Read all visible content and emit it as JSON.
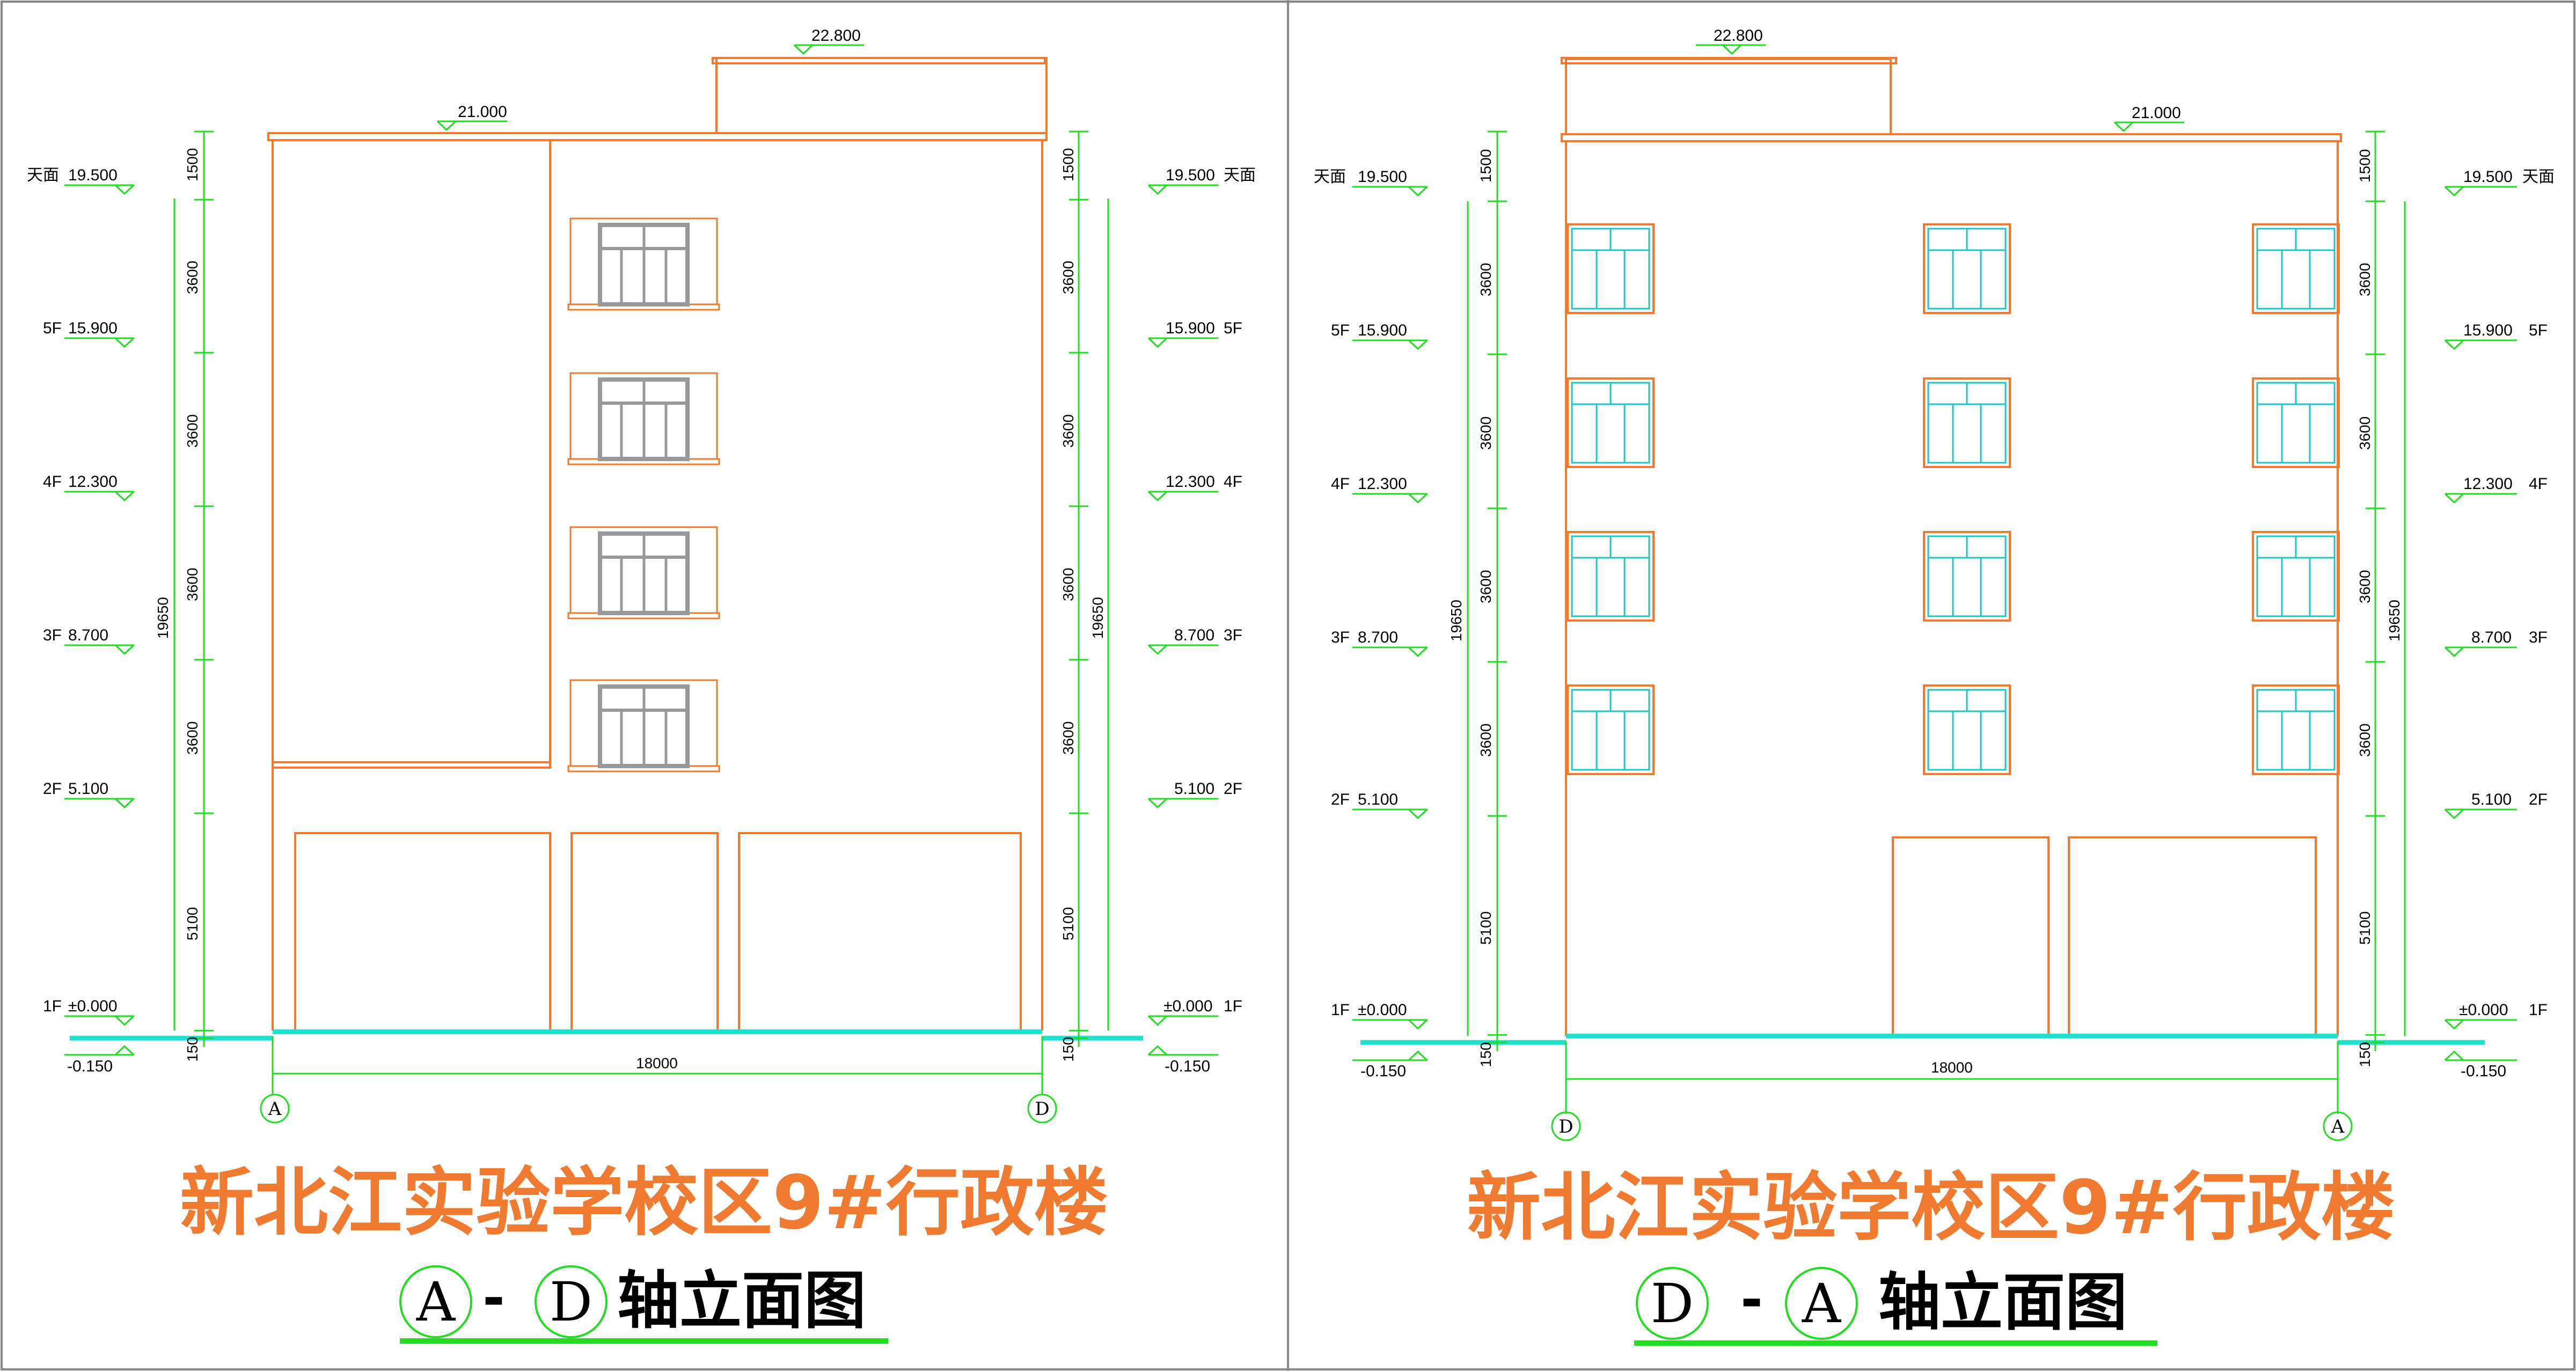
{
  "colors": {
    "outline": "#f07a30",
    "dimension": "#22dd22",
    "ground": "#20e0d0",
    "glass": "#22c4c4",
    "frame": "#999999",
    "text": "#000000"
  },
  "panels": [
    {
      "title": "新北江实验学校区9#行政楼",
      "subtitle": {
        "axis_left": "A",
        "dash": "-",
        "axis_right": "D",
        "text": "轴立面图"
      },
      "top_labels": {
        "roof_level": "21.000",
        "parapet_level": "22.800"
      },
      "left_levels": [
        {
          "floor": "天面",
          "elev": "19.500"
        },
        {
          "floor": "5F",
          "elev": "15.900"
        },
        {
          "floor": "4F",
          "elev": "12.300"
        },
        {
          "floor": "3F",
          "elev": "8.700"
        },
        {
          "floor": "2F",
          "elev": "5.100"
        },
        {
          "floor": "1F",
          "elev": "±0.000"
        }
      ],
      "right_levels": [
        {
          "floor": "天面",
          "elev": "19.500"
        },
        {
          "floor": "5F",
          "elev": "15.900"
        },
        {
          "floor": "4F",
          "elev": "12.300"
        },
        {
          "floor": "3F",
          "elev": "8.700"
        },
        {
          "floor": "2F",
          "elev": "5.100"
        },
        {
          "floor": "1F",
          "elev": "±0.000"
        }
      ],
      "ground_level": "-0.150",
      "dims_left": [
        "1500",
        "3600",
        "3600",
        "3600",
        "3600",
        "5100",
        "150"
      ],
      "dims_right": [
        "1500",
        "3600",
        "3600",
        "3600",
        "3600",
        "5100",
        "150"
      ],
      "total_height": "19650",
      "width_dim": "18000",
      "axis_left": "A",
      "axis_right": "D"
    },
    {
      "title": "新北江实验学校区9#行政楼",
      "subtitle": {
        "axis_left": "D",
        "dash": "-",
        "axis_right": "A",
        "text": "轴立面图"
      },
      "top_labels": {
        "roof_level": "21.000",
        "parapet_level": "22.800"
      },
      "left_levels": [
        {
          "floor": "天面",
          "elev": "19.500"
        },
        {
          "floor": "5F",
          "elev": "15.900"
        },
        {
          "floor": "4F",
          "elev": "12.300"
        },
        {
          "floor": "3F",
          "elev": "8.700"
        },
        {
          "floor": "2F",
          "elev": "5.100"
        },
        {
          "floor": "1F",
          "elev": "±0.000"
        }
      ],
      "right_levels": [
        {
          "floor": "天面",
          "elev": "19.500"
        },
        {
          "floor": "5F",
          "elev": "15.900"
        },
        {
          "floor": "4F",
          "elev": "12.300"
        },
        {
          "floor": "3F",
          "elev": "8.700"
        },
        {
          "floor": "2F",
          "elev": "5.100"
        },
        {
          "floor": "1F",
          "elev": "±0.000"
        }
      ],
      "ground_level": "-0.150",
      "dims_left": [
        "1500",
        "3600",
        "3600",
        "3600",
        "3600",
        "5100",
        "150"
      ],
      "dims_right": [
        "1500",
        "3600",
        "3600",
        "3600",
        "3600",
        "5100",
        "150"
      ],
      "total_height": "19650",
      "width_dim": "18000",
      "axis_left": "D",
      "axis_right": "A"
    }
  ]
}
